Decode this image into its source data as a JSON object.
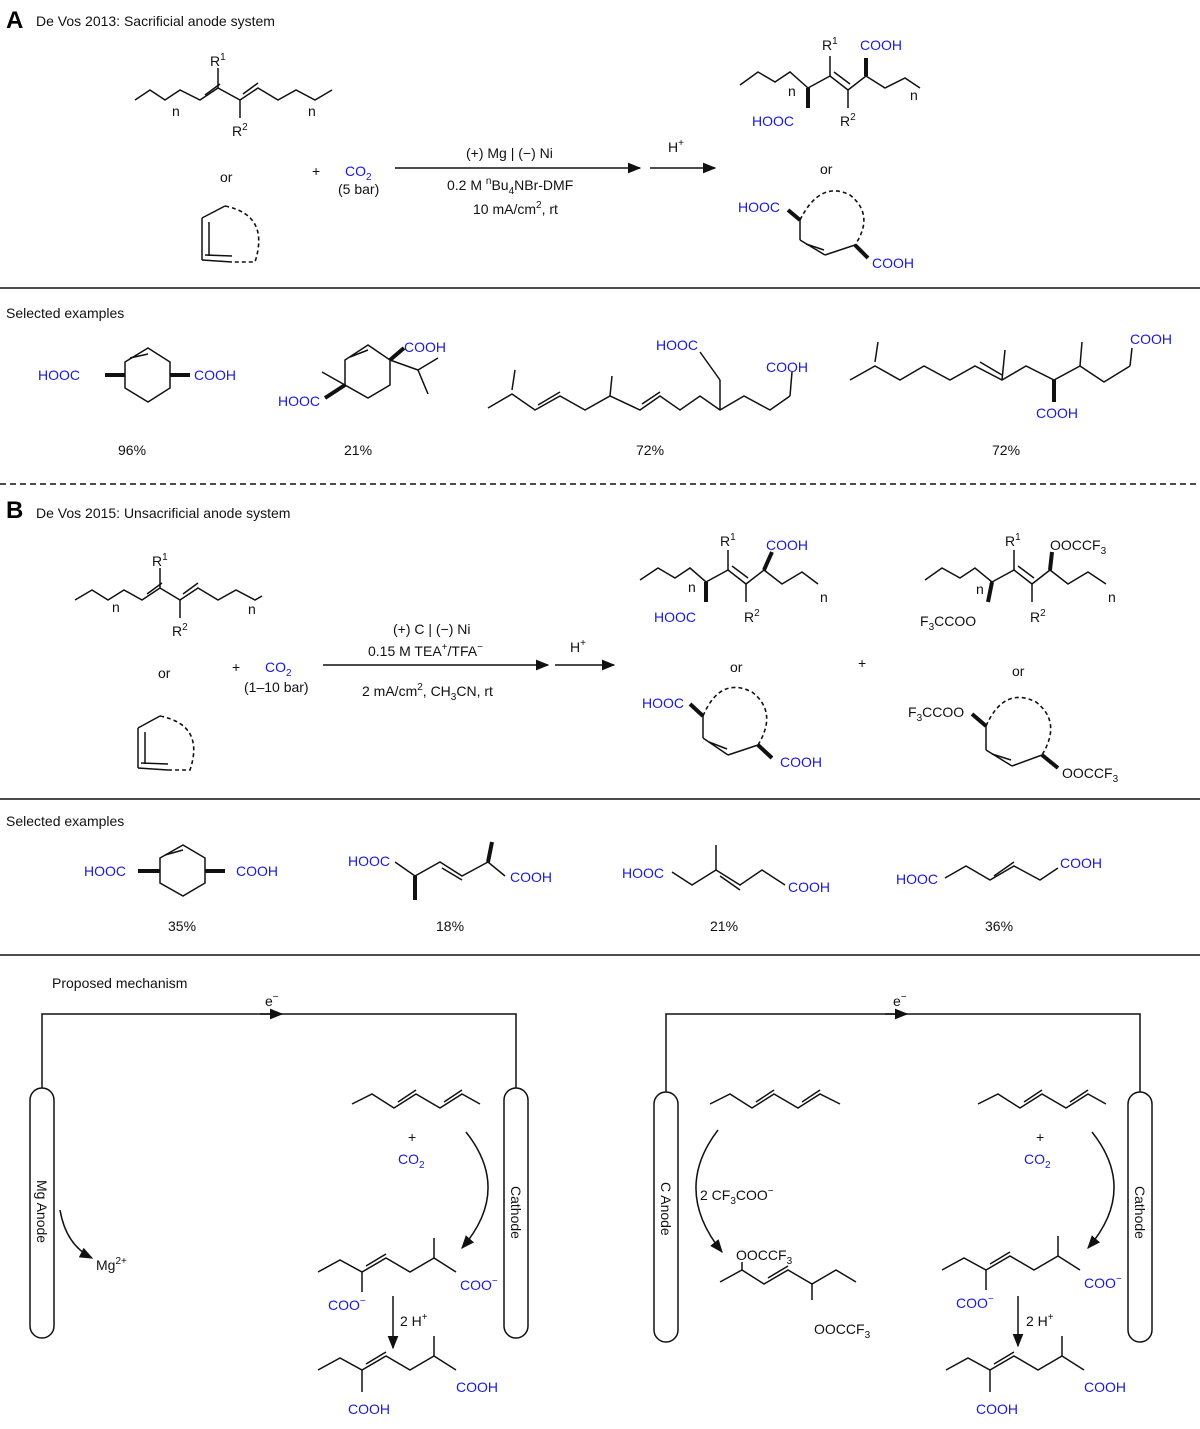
{
  "colors": {
    "text": "#111111",
    "chem_blue": "#1a1ad6"
  },
  "panelA": {
    "letter": "A",
    "title": "De Vos 2013: Sacrificial anode system",
    "or1": "or",
    "plus": "+",
    "co2": "CO",
    "co2_sub": "2",
    "pressure": "(5 bar)",
    "cond1": "(+) Mg | (−) Ni",
    "cond2_pre": "0.2 M ",
    "cond2_sup": "n",
    "cond2_post": "Bu",
    "cond2_sub": "4",
    "cond2_end": "NBr-DMF",
    "cond3_pre": "10 mA/cm",
    "cond3_sup": "2",
    "cond3_post": ", rt",
    "acid": "H",
    "acid_sup": "+",
    "or2": "or",
    "r1": "R",
    "r1_sup": "1",
    "r2": "R",
    "r2_sup": "2",
    "n": "n",
    "cooh": "COOH",
    "hooc": "HOOC",
    "selected": "Selected examples",
    "yields": [
      "96%",
      "21%",
      "72%",
      "72%"
    ]
  },
  "panelB": {
    "letter": "B",
    "title": "De Vos 2015: Unsacrificial anode system",
    "or1": "or",
    "plus": "+",
    "co2": "CO",
    "co2_sub": "2",
    "pressure": "(1–10 bar)",
    "cond1": "(+) C | (−) Ni",
    "cond2_pre": "0.15 M TEA",
    "cond2_sup1": "+",
    "cond2_mid": "/TFA",
    "cond2_sup2": "−",
    "cond3_pre": "2 mA/cm",
    "cond3_sup": "2",
    "cond3_mid": ", CH",
    "cond3_sub": "3",
    "cond3_post": "CN, rt",
    "acid": "H",
    "acid_sup": "+",
    "or2": "or",
    "or3": "or",
    "plus2": "+",
    "ooccf3": "OOCCF",
    "ooccf3_sub": "3",
    "f3ccoo_pre": "F",
    "f3ccoo_sub": "3",
    "f3ccoo_post": "CCOO",
    "selected": "Selected examples",
    "yields": [
      "35%",
      "18%",
      "21%",
      "36%"
    ]
  },
  "mechanism": {
    "title": "Proposed mechanism",
    "electron": "e",
    "electron_sup": "−",
    "mg_anode": "Mg Anode",
    "cathode": "Cathode",
    "c_anode": "C Anode",
    "mg2": "Mg",
    "mg2_sup": "2+",
    "coo": "COO",
    "coo_sup": "−",
    "two_h": "2 H",
    "two_h_sup": "+",
    "two_cf3coo_pre": "2 CF",
    "two_cf3coo_sub": "3",
    "two_cf3coo_post": "COO",
    "two_cf3coo_sup": "−"
  }
}
